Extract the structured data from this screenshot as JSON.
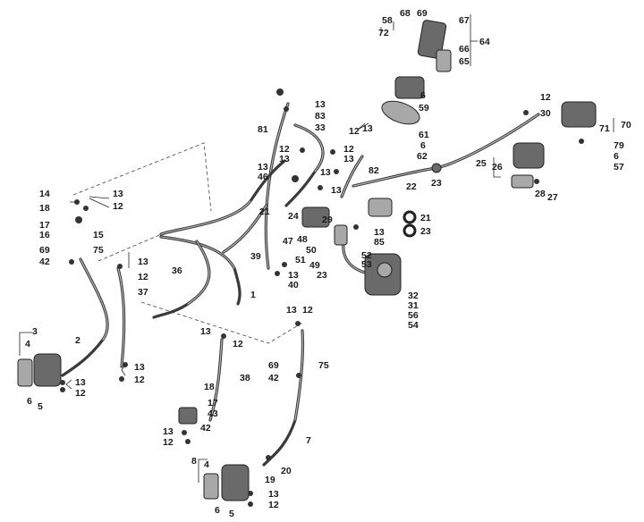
{
  "diagram": {
    "type": "exploded-parts-diagram",
    "subject": "Brake hose and brake caliper assembly",
    "background": "#ffffff",
    "line_color": "#3a3a3a",
    "callouts": [
      {
        "id": "c58",
        "label": "58"
      },
      {
        "id": "c68",
        "label": "68"
      },
      {
        "id": "c69",
        "label": "69"
      },
      {
        "id": "c67",
        "label": "67"
      },
      {
        "id": "c72",
        "label": "72"
      },
      {
        "id": "c64",
        "label": "64"
      },
      {
        "id": "c66",
        "label": "66"
      },
      {
        "id": "c65",
        "label": "65"
      },
      {
        "id": "c6a",
        "label": "6"
      },
      {
        "id": "c59",
        "label": "59"
      },
      {
        "id": "c61",
        "label": "61"
      },
      {
        "id": "c6b",
        "label": "6"
      },
      {
        "id": "c62",
        "label": "62"
      },
      {
        "id": "c12a",
        "label": "12"
      },
      {
        "id": "c30",
        "label": "30"
      },
      {
        "id": "c70",
        "label": "70"
      },
      {
        "id": "c71",
        "label": "71"
      },
      {
        "id": "c79",
        "label": "79"
      },
      {
        "id": "c6c",
        "label": "6"
      },
      {
        "id": "c57",
        "label": "57"
      },
      {
        "id": "c25",
        "label": "25"
      },
      {
        "id": "c26",
        "label": "26"
      },
      {
        "id": "c28",
        "label": "28"
      },
      {
        "id": "c27",
        "label": "27"
      },
      {
        "id": "c23a",
        "label": "23"
      },
      {
        "id": "c22",
        "label": "22"
      },
      {
        "id": "c82",
        "label": "82"
      },
      {
        "id": "c13a",
        "label": "13"
      },
      {
        "id": "c83",
        "label": "83"
      },
      {
        "id": "c33",
        "label": "33"
      },
      {
        "id": "c81",
        "label": "81"
      },
      {
        "id": "c12b",
        "label": "12"
      },
      {
        "id": "c13b",
        "label": "13"
      },
      {
        "id": "c12c",
        "label": "12"
      },
      {
        "id": "c13c",
        "label": "13"
      },
      {
        "id": "c13d",
        "label": "13"
      },
      {
        "id": "c46",
        "label": "46"
      },
      {
        "id": "c13e",
        "label": "13"
      },
      {
        "id": "c12d",
        "label": "12"
      },
      {
        "id": "c13f",
        "label": "13"
      },
      {
        "id": "c13g",
        "label": "13"
      },
      {
        "id": "c21a",
        "label": "21"
      },
      {
        "id": "c24",
        "label": "24"
      },
      {
        "id": "c29",
        "label": "29"
      },
      {
        "id": "c21b",
        "label": "21"
      },
      {
        "id": "c23b",
        "label": "23"
      },
      {
        "id": "c13h",
        "label": "13"
      },
      {
        "id": "c85",
        "label": "85"
      },
      {
        "id": "c47",
        "label": "47"
      },
      {
        "id": "c48",
        "label": "48"
      },
      {
        "id": "c50",
        "label": "50"
      },
      {
        "id": "c51",
        "label": "51"
      },
      {
        "id": "c49",
        "label": "49"
      },
      {
        "id": "c52",
        "label": "52"
      },
      {
        "id": "c53",
        "label": "53"
      },
      {
        "id": "c39",
        "label": "39"
      },
      {
        "id": "c23c",
        "label": "23"
      },
      {
        "id": "c13i",
        "label": "13"
      },
      {
        "id": "c40",
        "label": "40"
      },
      {
        "id": "c32",
        "label": "32"
      },
      {
        "id": "c31",
        "label": "31"
      },
      {
        "id": "c56",
        "label": "56"
      },
      {
        "id": "c54",
        "label": "54"
      },
      {
        "id": "c14",
        "label": "14"
      },
      {
        "id": "c13j",
        "label": "13"
      },
      {
        "id": "c12e",
        "label": "12"
      },
      {
        "id": "c18a",
        "label": "18"
      },
      {
        "id": "c17a",
        "label": "17"
      },
      {
        "id": "c16",
        "label": "16"
      },
      {
        "id": "c15",
        "label": "15"
      },
      {
        "id": "c69b",
        "label": "69"
      },
      {
        "id": "c75a",
        "label": "75"
      },
      {
        "id": "c42a",
        "label": "42"
      },
      {
        "id": "c36",
        "label": "36"
      },
      {
        "id": "c13k",
        "label": "13"
      },
      {
        "id": "c12f",
        "label": "12"
      },
      {
        "id": "c37",
        "label": "37"
      },
      {
        "id": "c1",
        "label": "1"
      },
      {
        "id": "c3",
        "label": "3"
      },
      {
        "id": "c4a",
        "label": "4"
      },
      {
        "id": "c2",
        "label": "2"
      },
      {
        "id": "c13l",
        "label": "13"
      },
      {
        "id": "c12g",
        "label": "12"
      },
      {
        "id": "c6d",
        "label": "6"
      },
      {
        "id": "c5a",
        "label": "5"
      },
      {
        "id": "c13m",
        "label": "13"
      },
      {
        "id": "c12h",
        "label": "12"
      },
      {
        "id": "c13n",
        "label": "13"
      },
      {
        "id": "c12i",
        "label": "12"
      },
      {
        "id": "c38",
        "label": "38"
      },
      {
        "id": "c18b",
        "label": "18"
      },
      {
        "id": "c17b",
        "label": "17"
      },
      {
        "id": "c43",
        "label": "43"
      },
      {
        "id": "c42b",
        "label": "42"
      },
      {
        "id": "c13o",
        "label": "13"
      },
      {
        "id": "c12j",
        "label": "12"
      },
      {
        "id": "c13p",
        "label": "13"
      },
      {
        "id": "c12k",
        "label": "12"
      },
      {
        "id": "c69c",
        "label": "69"
      },
      {
        "id": "c75b",
        "label": "75"
      },
      {
        "id": "c42c",
        "label": "42"
      },
      {
        "id": "c7",
        "label": "7"
      },
      {
        "id": "c8",
        "label": "8"
      },
      {
        "id": "c4b",
        "label": "4"
      },
      {
        "id": "c20",
        "label": "20"
      },
      {
        "id": "c19",
        "label": "19"
      },
      {
        "id": "c13q",
        "label": "13"
      },
      {
        "id": "c12l",
        "label": "12"
      },
      {
        "id": "c6e",
        "label": "6"
      },
      {
        "id": "c5b",
        "label": "5"
      }
    ]
  }
}
